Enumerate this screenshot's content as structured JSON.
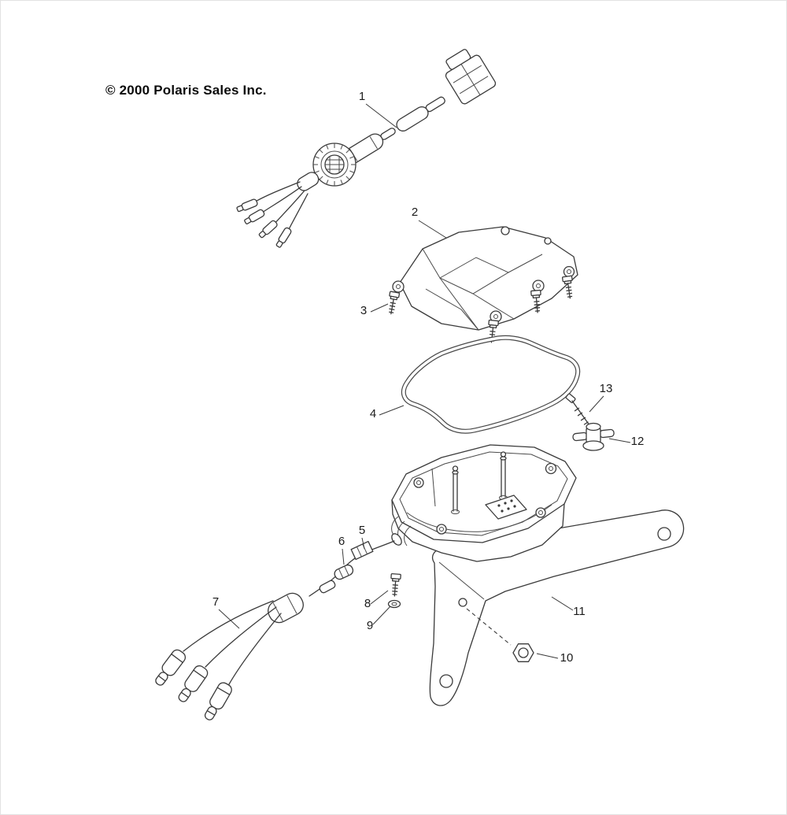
{
  "page": {
    "copyright": "© 2000 Polaris Sales Inc."
  },
  "diagram": {
    "type": "exploded-parts-diagram",
    "line_color": "#3a3a3a",
    "background": "#ffffff",
    "callouts": [
      {
        "label": "1",
        "part": "harness-connector-assembly"
      },
      {
        "label": "2",
        "part": "cover"
      },
      {
        "label": "3",
        "part": "cover-screw"
      },
      {
        "label": "4",
        "part": "gasket"
      },
      {
        "label": "5",
        "part": "clamp"
      },
      {
        "label": "6",
        "part": "spacer"
      },
      {
        "label": "7",
        "part": "plug-wire-harness"
      },
      {
        "label": "8",
        "part": "screw"
      },
      {
        "label": "9",
        "part": "washer"
      },
      {
        "label": "10",
        "part": "nut"
      },
      {
        "label": "11",
        "part": "mounting-bracket"
      },
      {
        "label": "12",
        "part": "well-nut"
      },
      {
        "label": "13",
        "part": "screw"
      }
    ]
  }
}
